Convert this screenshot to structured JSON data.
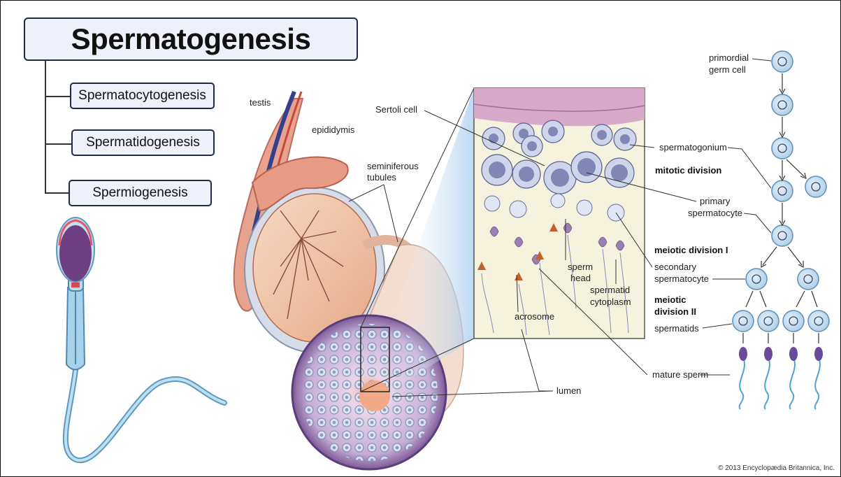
{
  "title": "Spermatogenesis",
  "phases": [
    "Spermatocytogenesis",
    "Spermatidogenesis",
    "Spermiogenesis"
  ],
  "anatomy_labels": {
    "testis": "testis",
    "epididymis": "epididymis",
    "seminiferous_1": "seminiferous",
    "seminiferous_2": "tubules",
    "sertoli": "Sertoli cell",
    "sperm_head_1": "sperm",
    "sperm_head_2": "head",
    "spermatid_cyto_1": "spermatid",
    "spermatid_cyto_2": "cytoplasm",
    "acrosome": "acrosome",
    "lumen": "lumen",
    "mature_sperm": "mature sperm"
  },
  "process_labels": {
    "primordial_1": "primordial",
    "primordial_2": "germ cell",
    "spermatogonium": "spermatogonium",
    "mitotic": "mitotic division",
    "primary_1": "primary",
    "primary_2": "spermatocyte",
    "meiotic1": "meiotic division I",
    "secondary_1": "secondary",
    "secondary_2": "spermatocyte",
    "meiotic2_1": "meiotic",
    "meiotic2_2": "division II",
    "spermatids": "spermatids"
  },
  "copyright": "© 2013 Encyclopædia Britannica, Inc.",
  "colors": {
    "box_fill": "#eef0fa",
    "box_border": "#1f2a44",
    "cell_fill": "#cfe3f3",
    "cell_stroke": "#5b8fb9",
    "tissue": "#f2c6a8",
    "tubule": "#b89ac8",
    "sperm_head": "#7a4a8e",
    "sperm_tail": "#9ec3dd"
  }
}
